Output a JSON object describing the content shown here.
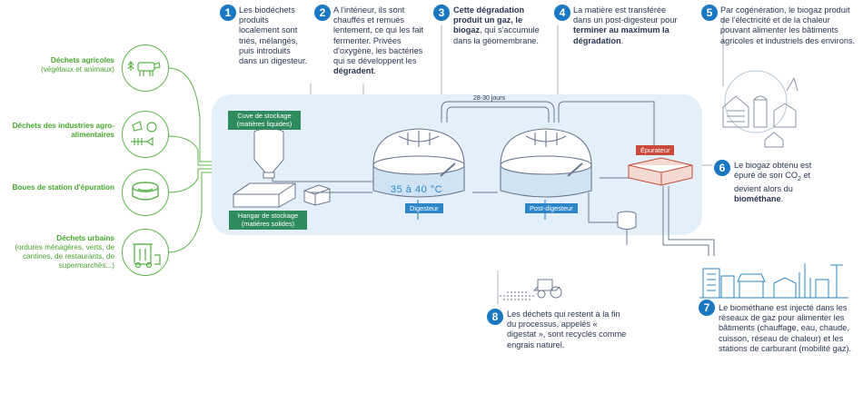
{
  "sources": [
    {
      "title": "Déchets agricoles",
      "sub": "(végétaux et animaux)"
    },
    {
      "title": "Déchets des industries agro-alimentaires",
      "sub": ""
    },
    {
      "title": "Boues de station d'épuration",
      "sub": ""
    },
    {
      "title": "Déchets urbains",
      "sub": "(ordures ménagères, verts, de cantines, de restaurants, de supermarchés...)"
    }
  ],
  "steps": [
    {
      "num": "1",
      "text": "Les biodéchets produits localement sont triés, mélangés, puis introduits dans un digesteur."
    },
    {
      "num": "2",
      "pre": "A l'intérieur, ils sont chauffés et remués lentement, ce qui les fait fermenter. Privées d'oxygène, les bactéries qui se développent les ",
      "bold": "dégradent",
      "post": "."
    },
    {
      "num": "3",
      "bold1": "Cette dégradation produit un gaz, le biogaz",
      "post": ", qui s'accumule dans la géomembrane."
    },
    {
      "num": "4",
      "pre": "La matière est transférée dans un post-digesteur pour ",
      "bold": "terminer au maximum la dégradation",
      "post": "."
    },
    {
      "num": "5",
      "text": "Par cogénération, le biogaz produit de l'électricité et de la chaleur pouvant alimenter les bâtiments agricoles et industriels des environs."
    },
    {
      "num": "6",
      "pre": "Le biogaz obtenu est épuré de son CO",
      "sub": "2",
      "mid": " et devient alors du ",
      "bold": "biométhane",
      "post": "."
    },
    {
      "num": "7",
      "text": "Le biométhane est injecté dans les réseaux de gaz pour alimenter les bâtiments (chauffage, eau, chaude, cuisson, réseau de chaleur) et les stations de carburant (mobilité gaz)."
    },
    {
      "num": "8",
      "text": "Les déchets qui restent à la fin du processus, appelés « digestat », sont recyclés comme engrais naturel."
    }
  ],
  "labels": {
    "cuve": "Cuve de stockage (matières liquides)",
    "hangar": "Hangar de stockage (matières solides)",
    "digesteur": "Digesteur",
    "post_digesteur": "Post-digesteur",
    "epurateur": "Épurateur",
    "temperature": "35 à 40 °C",
    "duration": "28-30 jours"
  },
  "colors": {
    "green": "#5cb54a",
    "blue": "#1a78c2",
    "panel": "#e3eff9",
    "dark_green": "#2f8a5e",
    "red": "#c94a3a"
  }
}
